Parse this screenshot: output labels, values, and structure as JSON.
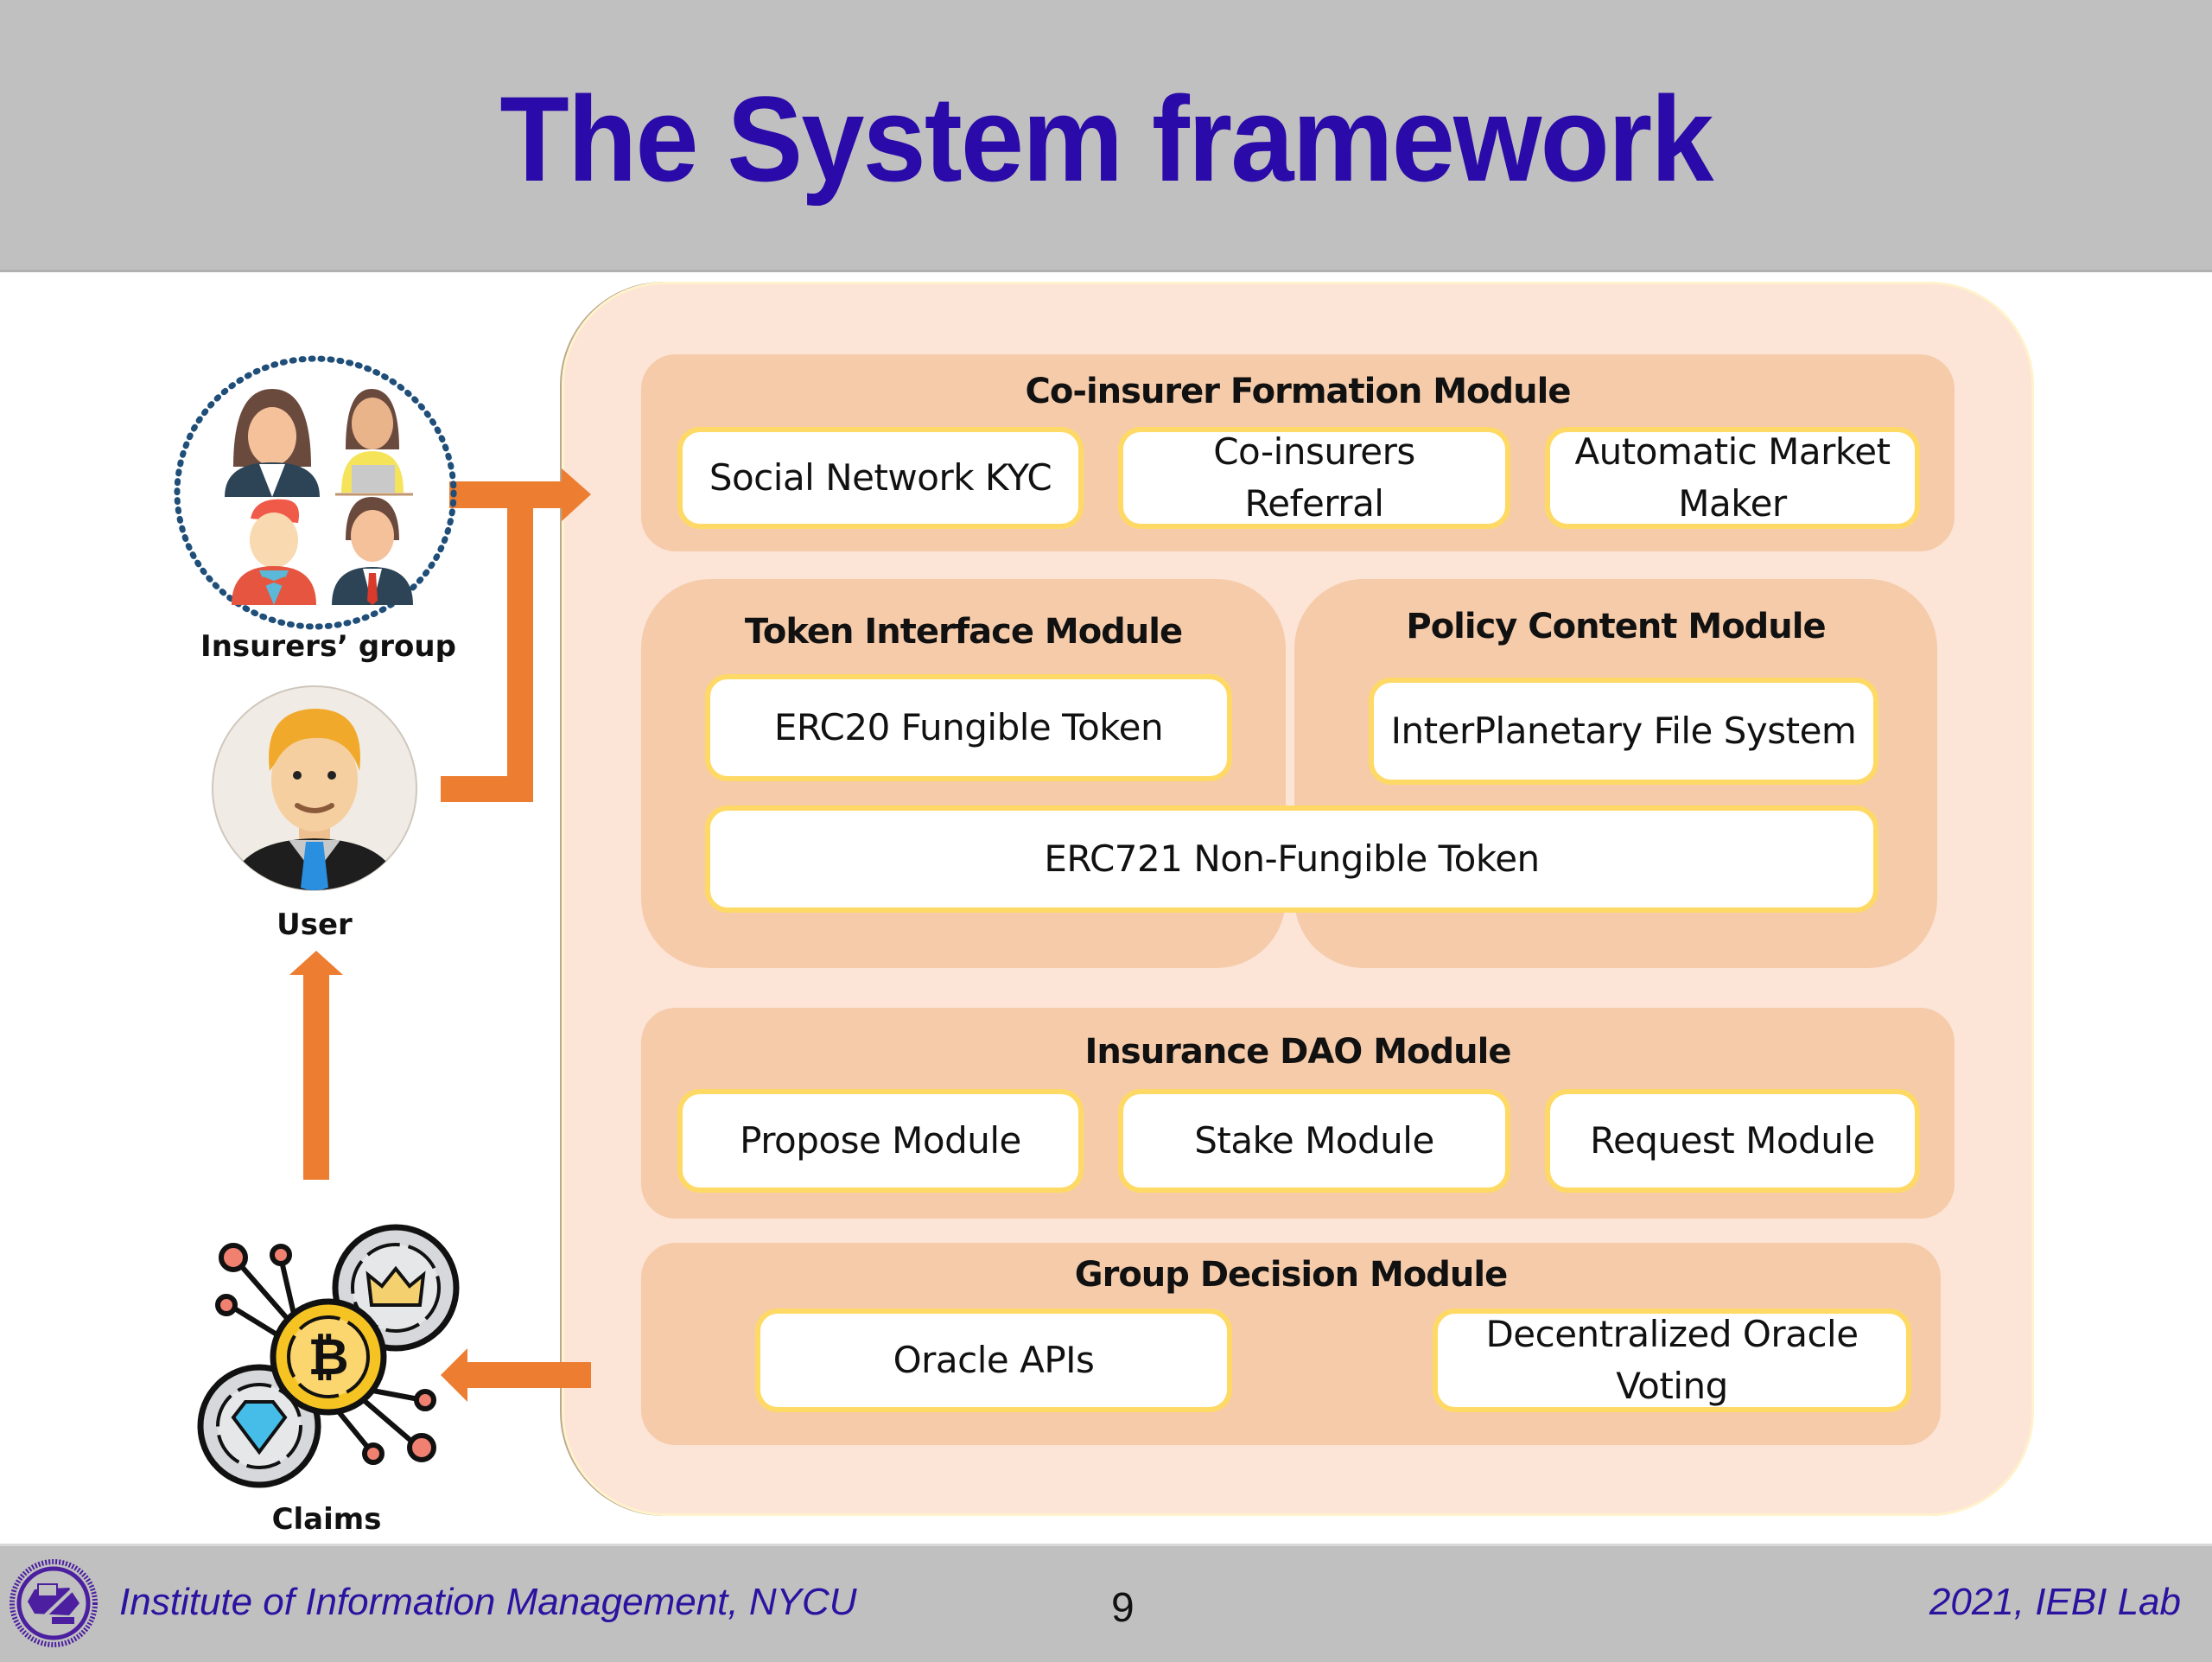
{
  "slide": {
    "title": "The System framework",
    "page_number": "9"
  },
  "footer": {
    "left_text": "Institute of Information Management, NYCU",
    "right_text": "2021, IEBI Lab",
    "logo_icon": "university-seal-icon"
  },
  "actors": {
    "insurers_group": {
      "label": "Insurers’ group",
      "icon": "people-group-icon"
    },
    "user": {
      "label": "User",
      "icon": "businessman-avatar-icon"
    },
    "claims": {
      "label": "Claims",
      "icon": "crypto-coins-network-icon"
    }
  },
  "modules": {
    "co_insurer_formation": {
      "title": "Co-insurer Formation Module",
      "items": [
        "Social Network KYC",
        "Co-insurers\nReferral",
        "Automatic Market\nMaker"
      ]
    },
    "token_interface": {
      "title": "Token Interface Module",
      "items": [
        "ERC20 Fungible Token"
      ]
    },
    "policy_content": {
      "title": "Policy Content Module",
      "items": [
        "InterPlanetary File System"
      ]
    },
    "shared": {
      "items": [
        "ERC721 Non-Fungible Token"
      ]
    },
    "insurance_dao": {
      "title": "Insurance DAO Module",
      "items": [
        "Propose Module",
        "Stake Module",
        "Request Module"
      ]
    },
    "group_decision": {
      "title": "Group Decision Module",
      "items": [
        "Oracle APIs",
        "Decentralized Oracle\nVoting"
      ]
    }
  },
  "colors": {
    "title": "#2a0aa8",
    "arrow": "#ed7d31",
    "outer_panel": "#fce4d6",
    "module_panel": "#f5cbaa",
    "box_border": "#ffd966"
  }
}
